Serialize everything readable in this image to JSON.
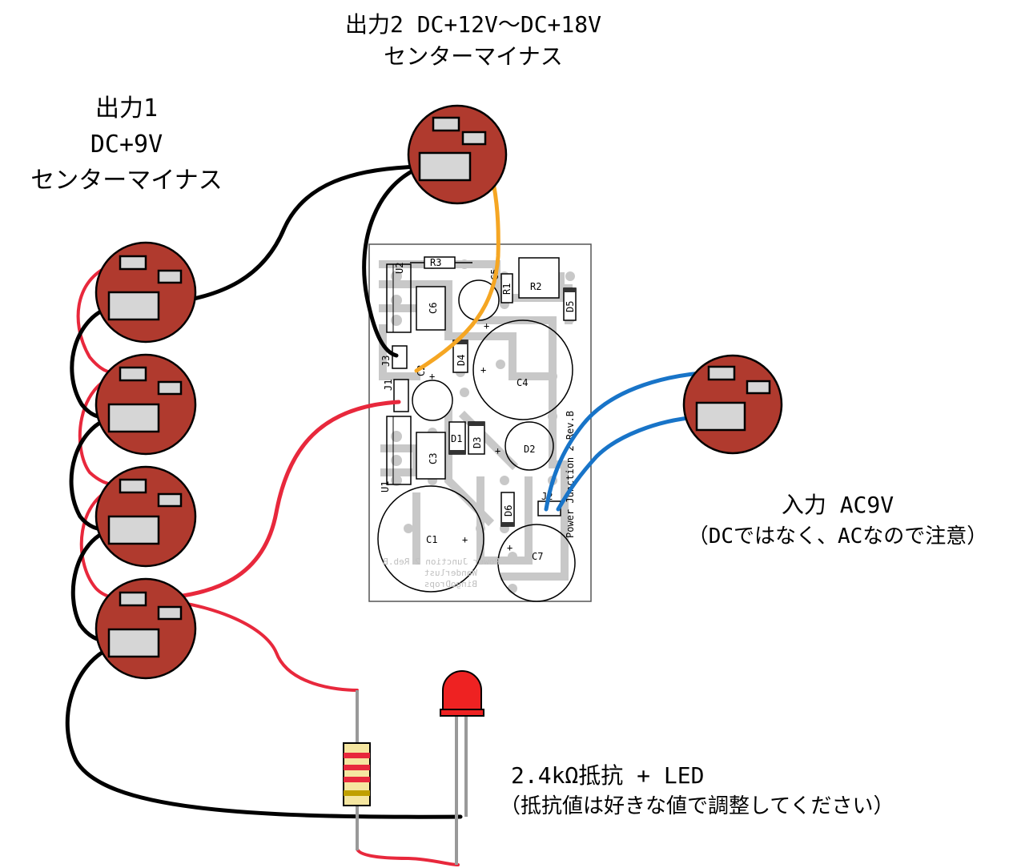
{
  "labels": {
    "out2_line1": "出力2 DC+12V〜DC+18V",
    "out2_line2": "センターマイナス",
    "out1_line1": "出力1",
    "out1_line2": "DC+9V",
    "out1_line3": "センターマイナス",
    "input_line1": "入力 AC9V",
    "input_line2": "（DCではなく、ACなので注意）",
    "led_line1": "2.4kΩ抵抗 + LED",
    "led_line2": "（抵抗値は好きな値で調整してください）"
  },
  "pcb": {
    "refs": {
      "u2": "U2",
      "r3": "R3",
      "c5": "C5",
      "r1": "R1",
      "r2": "R2",
      "d5": "D5",
      "c6": "C6",
      "c4": "C4",
      "d4": "D4",
      "j3": "J3",
      "c2": "C2",
      "j1": "J1",
      "d1": "D1",
      "d3": "D3",
      "d2": "D2",
      "c3": "C3",
      "u1": "U1",
      "d6": "D6",
      "j2": "J2",
      "c1": "C1",
      "c7": "C7"
    },
    "board_label": "Power Junction 2 Rev.B",
    "mirror_line1": "Power Junction 2 Reb.B",
    "mirror_line2": "Wanderlust",
    "mirror_line3": "BingoDrops"
  },
  "colors": {
    "jack": "#b03a2e",
    "wire_red": "#e8283c",
    "wire_black": "#000000",
    "wire_orange": "#f5a623",
    "wire_blue": "#1874c8",
    "led": "#ee2222",
    "resistor_body": "#f5e6a0"
  }
}
